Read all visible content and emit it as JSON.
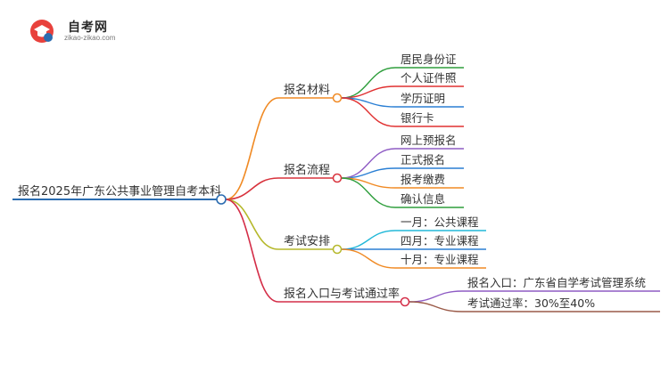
{
  "logo": {
    "name": "自考网",
    "url": "zikao-zikao.com"
  },
  "colors": {
    "root": "#2b6cb0",
    "branch_orange": "#f08a24",
    "branch_red": "#d8323c",
    "branch_olive": "#b5b82a",
    "branch_crimson": "#d42e48",
    "leaf_green": "#2e9e3c",
    "leaf_red": "#e03030",
    "leaf_blue": "#2a7fd4",
    "leaf_purple": "#8e5bc4",
    "leaf_orange": "#f08a24",
    "leaf_cyan": "#22b8d8",
    "leaf_brown": "#9a5a48"
  },
  "mindmap": {
    "root": "报名2025年广东公共事业管理自考本科",
    "branches": [
      {
        "label": "报名材料",
        "leaves": [
          "居民身份证",
          "个人证件照",
          "学历证明",
          "银行卡"
        ]
      },
      {
        "label": "报名流程",
        "leaves": [
          "网上预报名",
          "正式报名",
          "报考缴费",
          "确认信息"
        ]
      },
      {
        "label": "考试安排",
        "leaves": [
          "一月：公共课程",
          "四月：专业课程",
          "十月：专业课程"
        ]
      },
      {
        "label": "报名入口与考试通过率",
        "leaves": [
          "报名入口：广东省自学考试管理系统",
          "考试通过率：30%至40%"
        ]
      }
    ]
  }
}
